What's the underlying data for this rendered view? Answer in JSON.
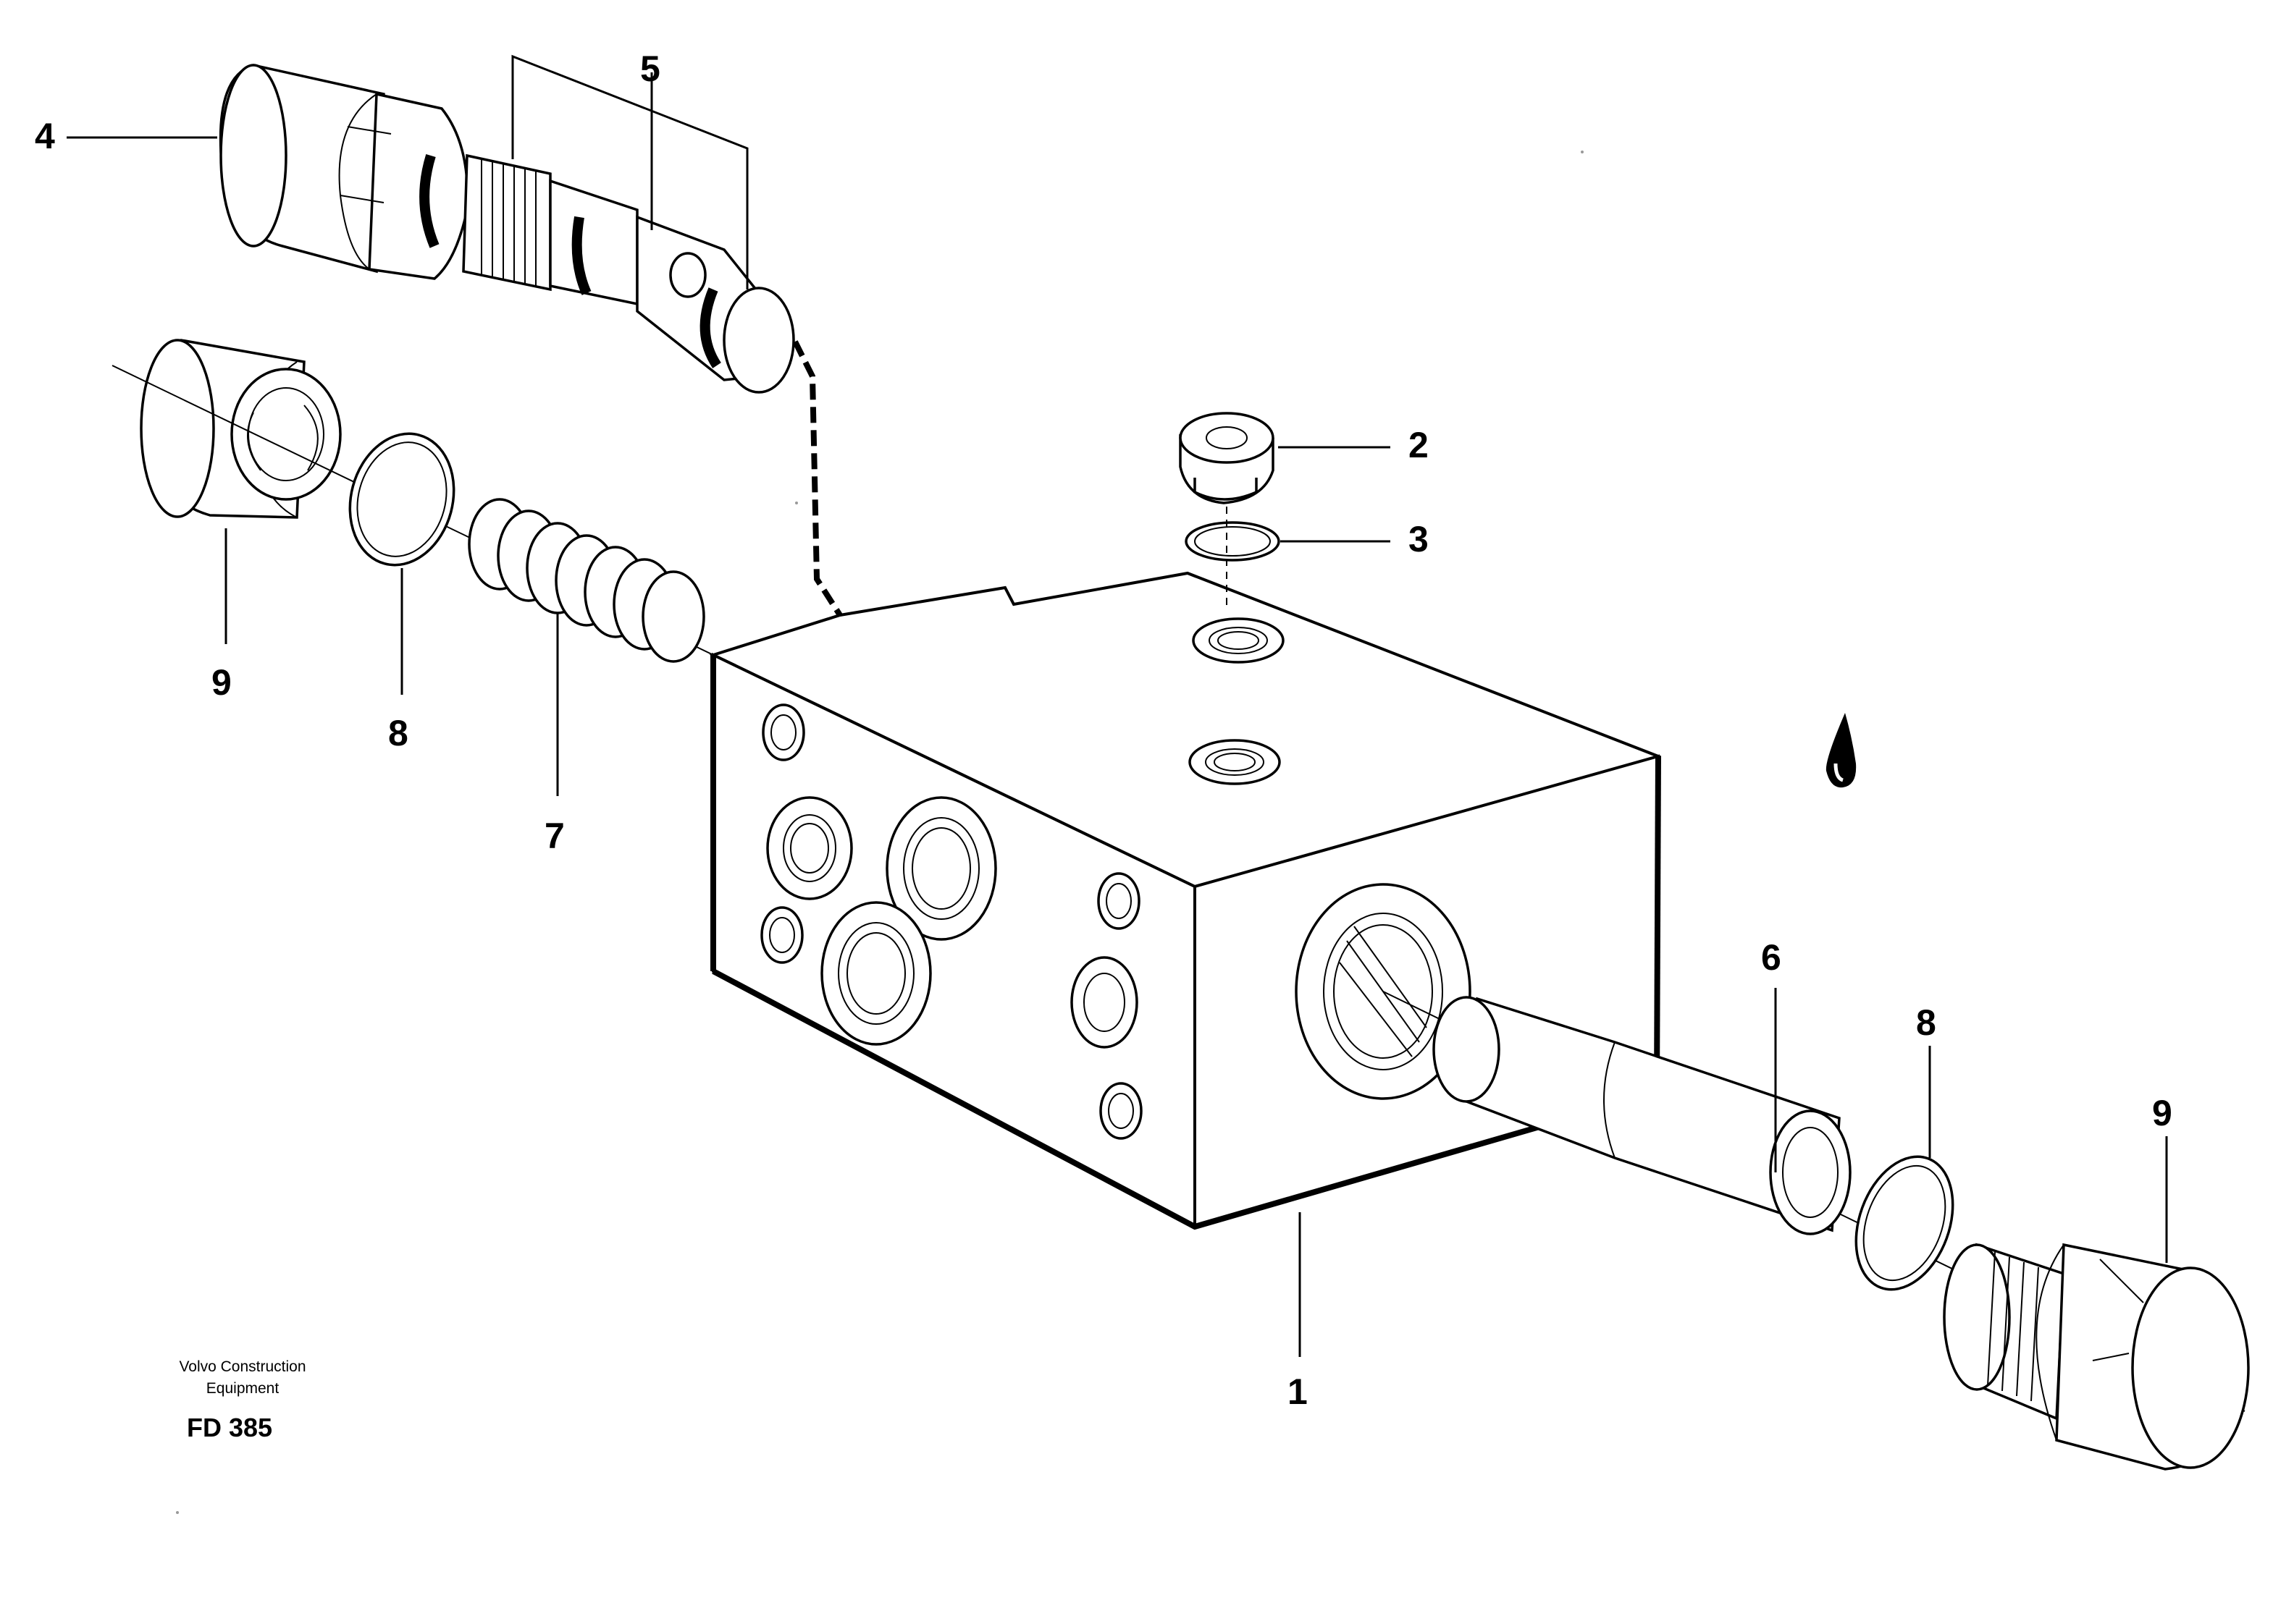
{
  "callouts": {
    "c1": "1",
    "c2": "2",
    "c3": "3",
    "c4": "4",
    "c5": "5",
    "c6": "6",
    "c7": "7",
    "c8a": "8",
    "c8b": "8",
    "c9a": "9",
    "c9b": "9"
  },
  "footer": {
    "brand_line1": "Volvo Construction",
    "brand_line2": "Equipment",
    "figure_code": "FD 385"
  },
  "icons": {
    "oil_drop": "oil-drop-icon"
  },
  "colors": {
    "ink": "#000000",
    "paper": "#ffffff"
  }
}
